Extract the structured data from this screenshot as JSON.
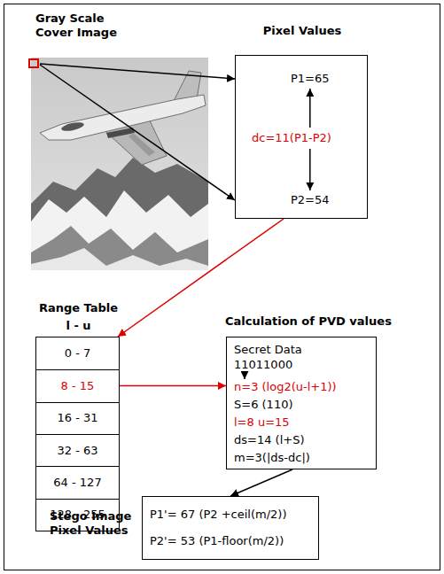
{
  "diagram": {
    "nodes": [
      {
        "text": [
          "Gray Scale Cover Image"
        ]
      },
      {
        "text": [
          "Pixel Values",
          "P1=65",
          "dc=11(P1-P2)",
          "P2=54"
        ]
      },
      {
        "text": [
          "Range Table",
          "l - u"
        ]
      },
      {
        "text": [
          "0 - 7"
        ],
        "in": 2
      },
      {
        "text": [
          "8 - 15"
        ],
        "in": 2
      },
      {
        "text": [
          "16 - 31"
        ],
        "in": 2
      },
      {
        "text": [
          "32 - 63"
        ],
        "in": 2
      },
      {
        "text": [
          "64 - 127"
        ],
        "in": 2
      },
      {
        "text": [
          "128 - 255"
        ],
        "in": 2
      },
      {
        "text": [
          "Calculation of PVD values",
          "Secret Data",
          "11011000",
          "n=3 (log2(u-l+1))",
          "S=6 (110)",
          "l=8 u=15",
          "ds=14 (l+S)",
          "m=3(|ds-dc|)"
        ]
      },
      {
        "text": [
          "Stego Image Pixel Values",
          "P1'= 67 (P2 +ceil(m/2))",
          "P2'= 53 (P1-floor(m/2))"
        ]
      }
    ],
    "edges": [
      {
        "from": 0,
        "to": 1,
        "arrow": "to"
      },
      {
        "from": 0,
        "to": 1,
        "arrow": "to"
      },
      {
        "from": 1,
        "to": 2,
        "arrow": "to"
      },
      {
        "from": 4,
        "to": 9,
        "arrow": "to"
      },
      {
        "from": 9,
        "to": 10,
        "arrow": "to"
      }
    ]
  }
}
